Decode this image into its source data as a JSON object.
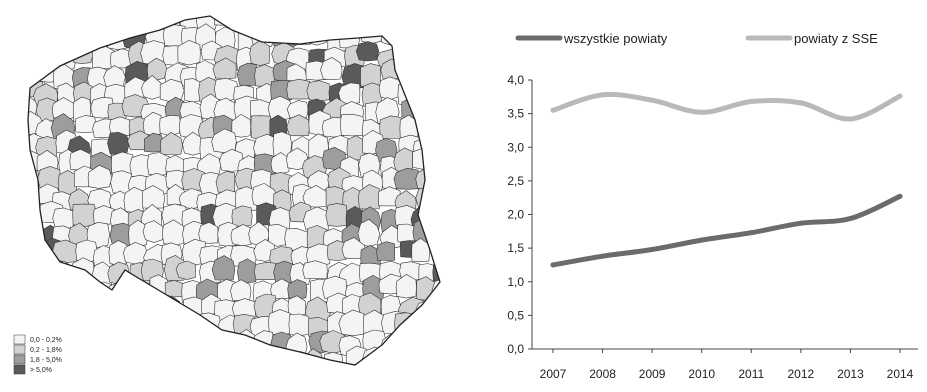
{
  "map": {
    "legend": [
      {
        "label": "0,0 - 0,2%",
        "color": "#f4f4f4"
      },
      {
        "label": "0,2 - 1,8%",
        "color": "#d2d2d2"
      },
      {
        "label": "1,8 - 5,0%",
        "color": "#9d9d9d"
      },
      {
        "label": "> 5,0%",
        "color": "#5a5a5a"
      }
    ]
  },
  "chart_data": {
    "type": "line",
    "title": "",
    "xlabel": "",
    "ylabel": "",
    "x": [
      "2007",
      "2008",
      "2009",
      "2010",
      "2011",
      "2012",
      "2013",
      "2014"
    ],
    "ylim": [
      0,
      4
    ],
    "yticks": [
      "0,0",
      "0,5",
      "1,0",
      "1,5",
      "2,0",
      "2,5",
      "3,0",
      "3,5",
      "4,0"
    ],
    "grid": false,
    "legend_position": "top",
    "series": [
      {
        "name": "wszystkie powiaty",
        "color": "#6b6b6b",
        "values": [
          1.25,
          1.38,
          1.48,
          1.62,
          1.73,
          1.87,
          1.94,
          2.27
        ]
      },
      {
        "name": "powiaty z SSE",
        "color": "#b9b9b9",
        "values": [
          3.55,
          3.78,
          3.7,
          3.52,
          3.68,
          3.66,
          3.42,
          3.76
        ]
      }
    ]
  }
}
